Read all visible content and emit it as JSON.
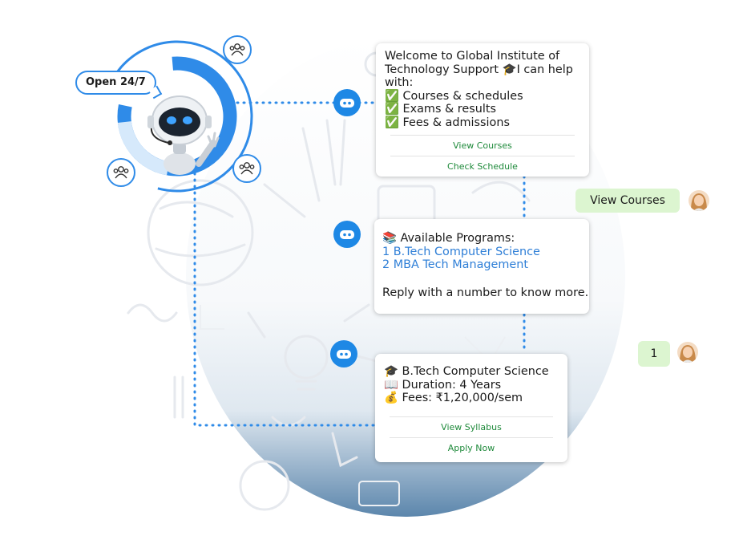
{
  "hub": {
    "badge_label": "Open 24/7"
  },
  "messages": [
    {
      "lines": [
        "Welcome to Global Institute of",
        "Technology Support 🎓I can help",
        "with:",
        "✅ Courses & schedules",
        "✅ Exams & results",
        "✅ Fees & admissions"
      ],
      "buttons": [
        "View Courses",
        "Check Schedule"
      ]
    },
    {
      "title_line": "📚 Available Programs:",
      "links": [
        "1 B.Tech Computer Science",
        "2 MBA Tech Management"
      ],
      "footer_line": "Reply with a number to know more."
    },
    {
      "lines": [
        "🎓 B.Tech Computer Science",
        "📖 Duration: 4 Years",
        "💰 Fees: ₹1,20,000/sem"
      ],
      "buttons": [
        "View Syllabus",
        "Apply Now"
      ]
    }
  ],
  "user_replies": [
    "View Courses",
    "1"
  ],
  "icons": {
    "bot_node": "robot-face-icon",
    "ring_icons": "users-group-icon",
    "avatar": "user-avatar"
  },
  "colors": {
    "accent_blue": "#2f8be8",
    "bot_node_blue": "#1e88e5",
    "button_green": "#1f8a3b",
    "reply_bubble": "#dcf5d0",
    "link_blue": "#2f7fd7"
  }
}
